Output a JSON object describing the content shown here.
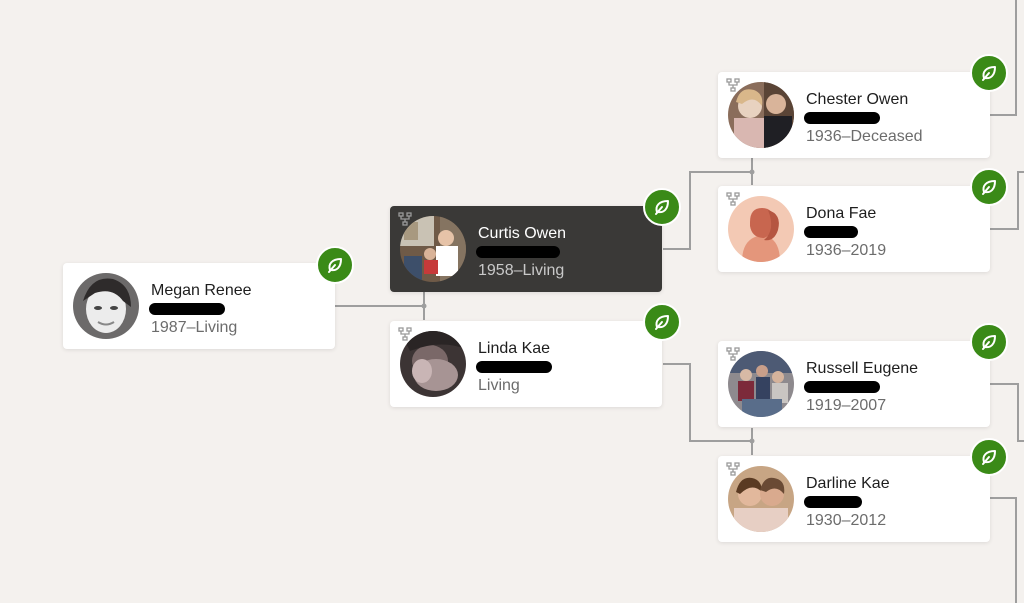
{
  "colors": {
    "background": "#f4f1ee",
    "card": "#ffffff",
    "card_selected": "#3a3937",
    "hint_badge": "#3a8a17",
    "connector": "#9a9a9a",
    "redaction": "#000000"
  },
  "people": {
    "megan": {
      "name": "Megan Renee",
      "dates": "1987–Living"
    },
    "curtis": {
      "name": "Curtis Owen",
      "dates": "1958–Living"
    },
    "linda": {
      "name": "Linda Kae",
      "dates": "Living"
    },
    "chester": {
      "name": "Chester Owen",
      "dates": "1936–Deceased"
    },
    "dona": {
      "name": "Dona Fae",
      "dates": "1936–2019"
    },
    "russell": {
      "name": "Russell Eugene",
      "dates": "1919–2007"
    },
    "darline": {
      "name": "Darline Kae",
      "dates": "1930–2012"
    }
  },
  "icons": {
    "hint": "leaf-hint-icon",
    "tree": "family-tree-icon",
    "placeholder_avatar": "female-silhouette-icon"
  }
}
